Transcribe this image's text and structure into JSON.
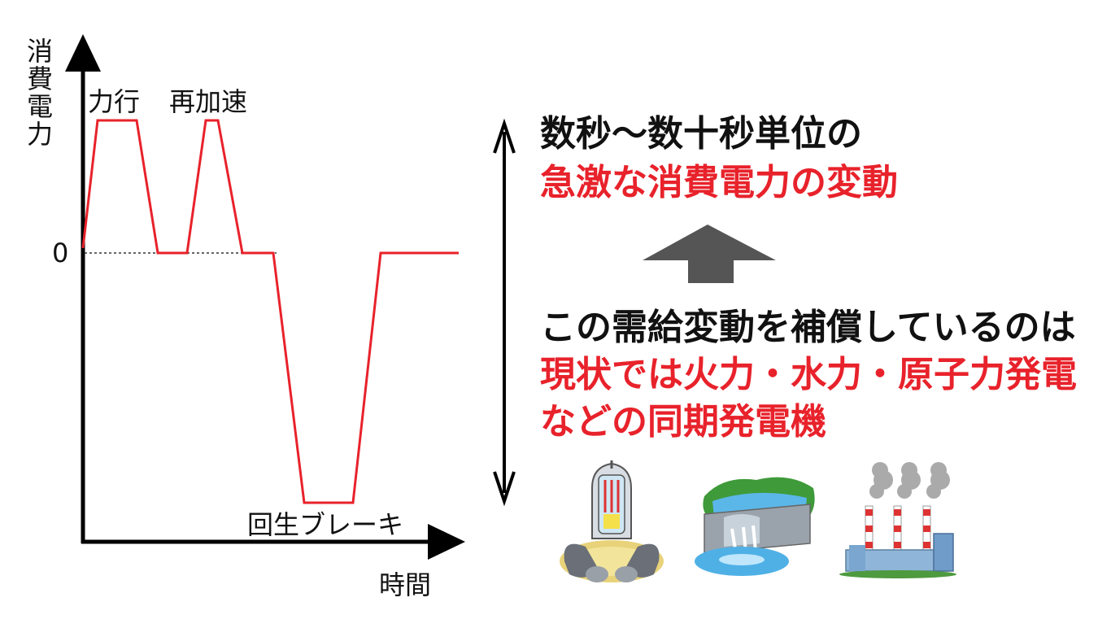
{
  "graph": {
    "y_axis_label": "消費電力",
    "x_axis_label": "時間",
    "zero_label": "0",
    "phase_labels": {
      "powering": "力行",
      "reacceleration": "再加速",
      "regenerative_braking": "回生ブレーキ"
    }
  },
  "text": {
    "headline_line1": "数秒〜数十秒単位の",
    "headline_line2": "急激な消費電力の変動",
    "body_line1": "この需給変動を補償しているのは",
    "body_line2": "現状では火力・水力・原子力発電",
    "body_line3": "などの同期発電機"
  },
  "icons": [
    "nuclear-plant-icon",
    "hydro-dam-icon",
    "thermal-plant-icon"
  ],
  "colors": {
    "accent": "#e8222b",
    "text": "#111111",
    "arrow": "#555555"
  }
}
